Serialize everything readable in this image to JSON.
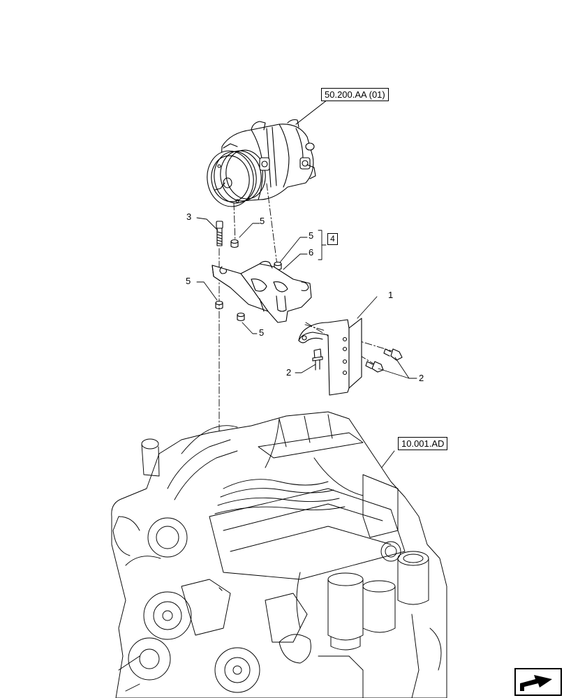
{
  "references": {
    "compressor": "50.200.AA (01)",
    "engine": "10.001.AD"
  },
  "kit_label": "4",
  "callouts": {
    "bracket": "1",
    "bolt_lower_left": "2",
    "bolt_right": "2",
    "screw": "3",
    "bushing_top": "5",
    "bushing_kit": "5",
    "bushing_left": "5",
    "bushing_bottom": "5",
    "spacer_kit": "6"
  },
  "icons": {
    "navigation": "next-page-arrow-icon"
  }
}
